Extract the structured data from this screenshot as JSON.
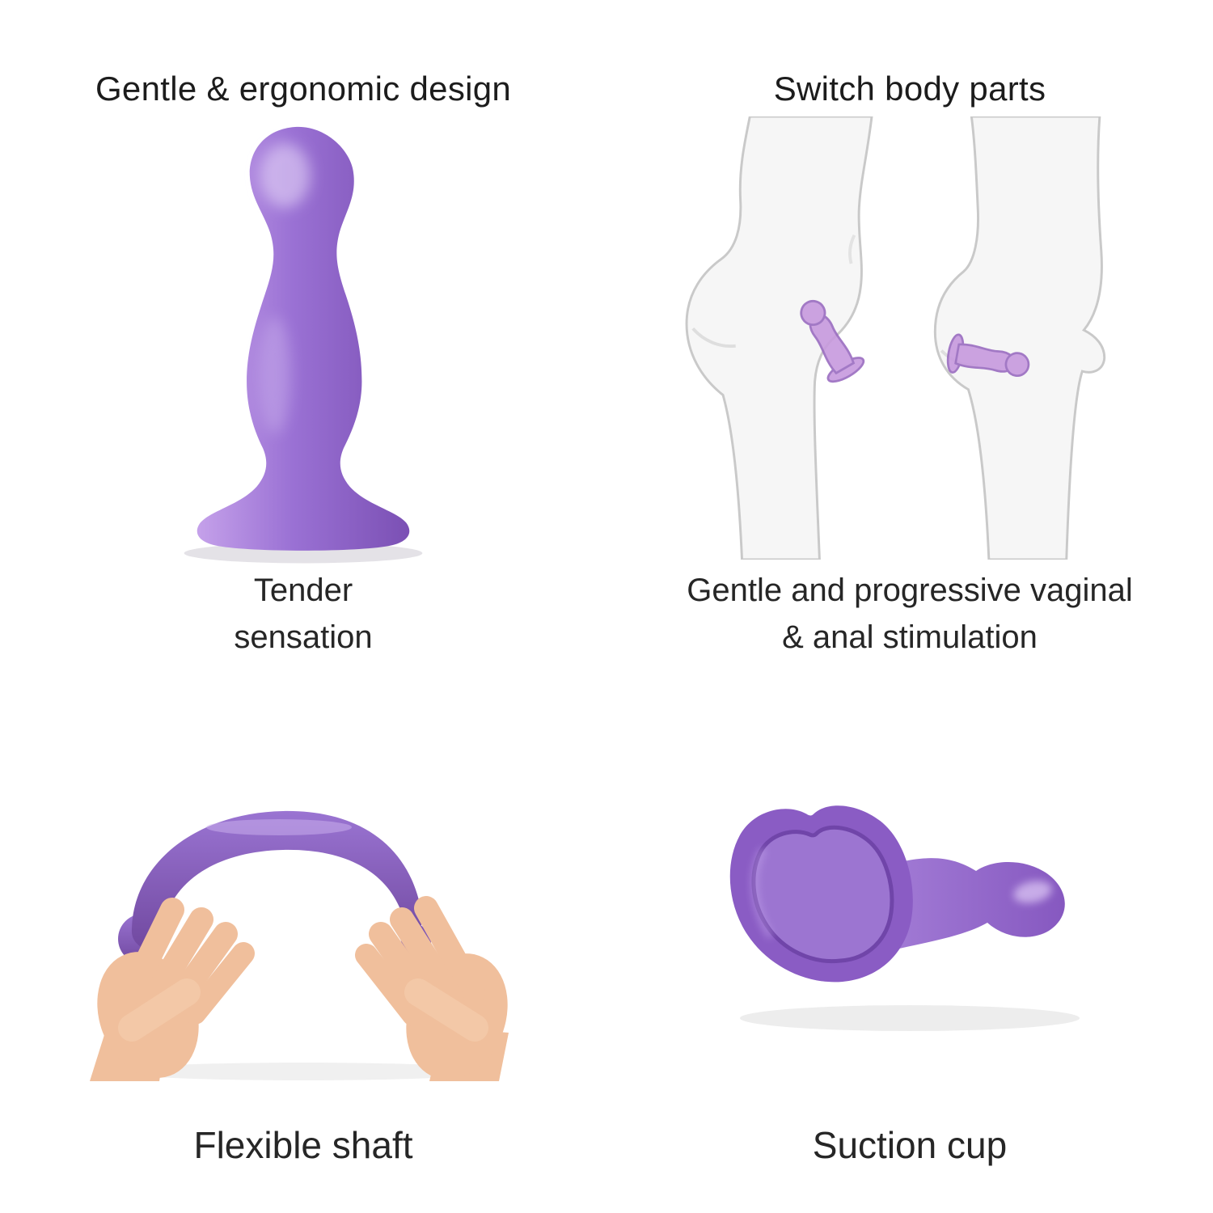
{
  "page": {
    "background": "#ffffff",
    "text_color": "#1e1e1e",
    "accent_color": "#8f66c9",
    "body_outline_color": "#c9c9c9",
    "skin_color": "#f0bf9c"
  },
  "features": {
    "ergonomic": {
      "title": "Gentle & ergonomic design",
      "caption_line1": "Tender",
      "caption_line2": "sensation",
      "illustration": "curvy-plug-standing"
    },
    "switch": {
      "title": "Switch body parts",
      "caption_line1": "Gentle and progressive vaginal",
      "caption_line2": "& anal stimulation",
      "illustration": "two-bodies-wearing-plug"
    },
    "flexible": {
      "caption": "Flexible shaft",
      "illustration": "hands-bending-plug"
    },
    "suction": {
      "caption": "Suction cup",
      "illustration": "plug-suction-cup-base"
    }
  }
}
